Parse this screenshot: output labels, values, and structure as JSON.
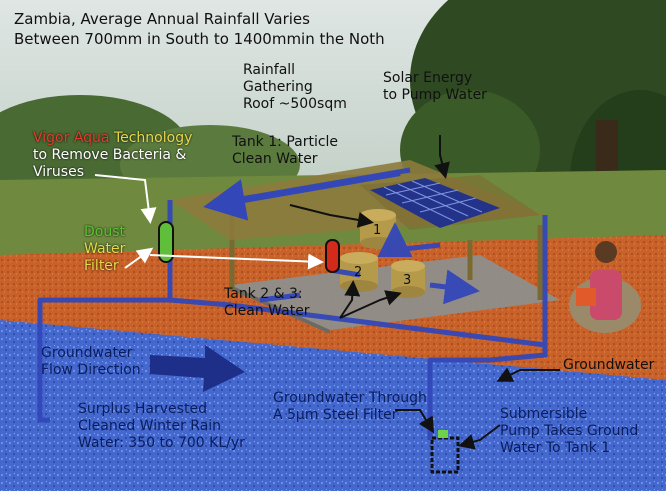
{
  "title": {
    "line1": "Zambia, Average Annual Rainfall Varies",
    "line2": "Between 700mm in South to 1400mmin the Noth"
  },
  "labels": {
    "rainfall_roof": [
      "Rainfall",
      "Gathering",
      "Roof ~500sqm"
    ],
    "solar": [
      "Solar Energy",
      "to Pump Water"
    ],
    "tank1": [
      "Tank 1: Particle",
      "Clean Water"
    ],
    "vigor": {
      "brand_red": "Vigor Aqua",
      "brand_yellow": " Technology",
      "rest": [
        "to Remove Bacteria &",
        "Viruses"
      ]
    },
    "doust": {
      "green": "Doust",
      "rest": [
        "Water",
        "Filter"
      ]
    },
    "tank23": [
      "Tank 2 & 3:",
      "Clean Water"
    ],
    "groundwater_flow": [
      "Groundwater",
      "Flow Direction"
    ],
    "groundwater_right": "Groundwater",
    "steel_filter": [
      "Groundwater Through",
      "A 5µm Steel Filter"
    ],
    "submersible": [
      "Submersible",
      "Pump Takes Ground",
      "Water To Tank 1"
    ],
    "surplus": [
      "Surplus Harvested",
      "Cleaned Winter Rain",
      "Water: 350 to 700 KL/yr"
    ],
    "tank_numbers": [
      "1",
      "2",
      "3"
    ]
  },
  "colors": {
    "sky": "#c9d6d0",
    "vegetation": "#3f5a2c",
    "soil": "#c9622a",
    "groundwater": "#3f63c9",
    "pipe": "#3347b8",
    "roof": "#8c7a3c",
    "floor": "#9a9a96",
    "tank": "#b59a4a",
    "filter_green": "#5fbf3a",
    "filter_red": "#d42a1a",
    "solar_panel": "#24338a",
    "vigor_red": "#e23b2a",
    "vigor_yellow": "#e8d84a",
    "doust_green": "#58c435"
  }
}
